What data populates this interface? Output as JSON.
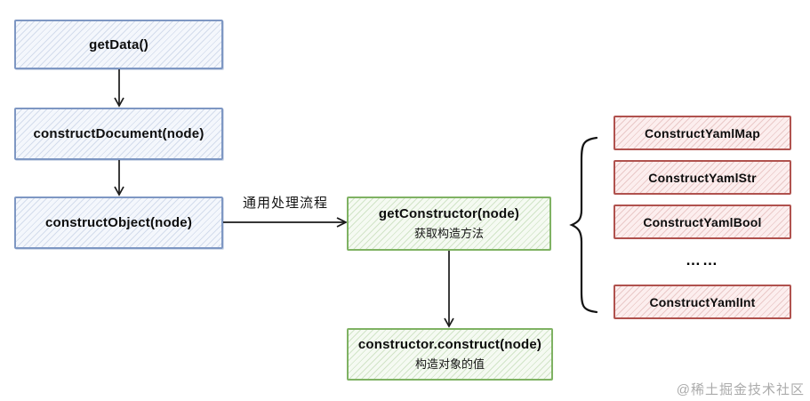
{
  "colors": {
    "blue_border": "#7e97c3",
    "blue_fill": "#f4f7fc",
    "green_border": "#7fb263",
    "green_fill": "#f5faf2",
    "red_border": "#b0524e",
    "red_fill": "#fceeee",
    "arrow": "#1a1a1a",
    "watermark_gray": "#ababab"
  },
  "flow": {
    "entry_boxes": [
      {
        "label": "getData()"
      },
      {
        "label": "constructDocument(node)"
      },
      {
        "label": "constructObject(node)"
      }
    ],
    "transition_label": "通用处理流程",
    "process_boxes": [
      {
        "label": "getConstructor(node)",
        "sublabel": "获取构造方法"
      },
      {
        "label": "constructor.construct(node)",
        "sublabel": "构造对象的值"
      }
    ],
    "constructors": [
      {
        "label": "ConstructYamlMap"
      },
      {
        "label": "ConstructYamlStr"
      },
      {
        "label": "ConstructYamlBool"
      },
      {
        "label": "ConstructYamlInt"
      }
    ],
    "ellipsis": "……"
  },
  "watermark": "@稀土掘金技术社区"
}
